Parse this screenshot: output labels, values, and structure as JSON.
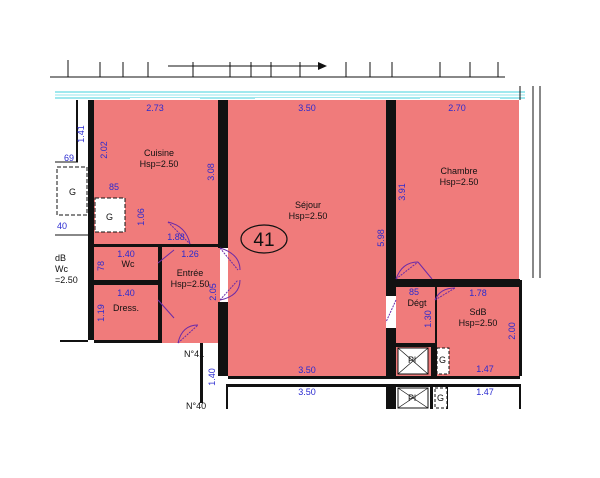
{
  "plan": {
    "apartment_number": "41",
    "apartment_tag": "N°41",
    "partial_tag": "N°40",
    "rooms": {
      "cuisine": {
        "name": "Cuisine",
        "height": "Hsp=2.50"
      },
      "sejour": {
        "name": "Séjour",
        "height": "Hsp=2.50"
      },
      "chambre": {
        "name": "Chambre",
        "height": "Hsp=2.50"
      },
      "wc": {
        "name": "Wc"
      },
      "dress": {
        "name": "Dress."
      },
      "entree": {
        "name": "Entrée",
        "height": "Hsp=2.50"
      },
      "degt": {
        "name": "Dégt"
      },
      "sdb": {
        "name": "SdB",
        "height": "Hsp=2.50"
      },
      "left_sdb": {
        "name": "dB"
      },
      "left_wc": {
        "name": "Wc"
      },
      "left_height": "=2.50"
    },
    "closets": {
      "g": "G",
      "pl": "Pl"
    },
    "dimensions": {
      "cuisine_w": "2.73",
      "sejour_w": "3.50",
      "chambre_w": "2.70",
      "sejour_bottom_w": "3.50",
      "lower_sejour_w": "3.50",
      "lower_right_w": "1.47",
      "cuisine_h": "2.02",
      "cuisine_right_h": "3.08",
      "sejour_h": "5.98",
      "chambre_h": "3.91",
      "left_1_41": "1.41",
      "left_69": "69",
      "left_40": "40",
      "g_85": "85",
      "g_106": "1.06",
      "w_188": "1.88",
      "w_126": "1.26",
      "wc_140": "1.40",
      "wc_78": "78",
      "dress_140": "1.40",
      "dress_119": "1.19",
      "entree_205": "2.05",
      "corr_140": "1.40",
      "degt_85": "85",
      "degt_130": "1.30",
      "sdb_178": "1.78",
      "sdb_200": "2.00",
      "sdb_147": "1.47"
    }
  },
  "colors": {
    "room_fill": "#f07b7b",
    "wall": "#111111",
    "dimension_text": "#2a2ad0",
    "facade": "#9fe8ee",
    "door": "#6a2aa8"
  }
}
